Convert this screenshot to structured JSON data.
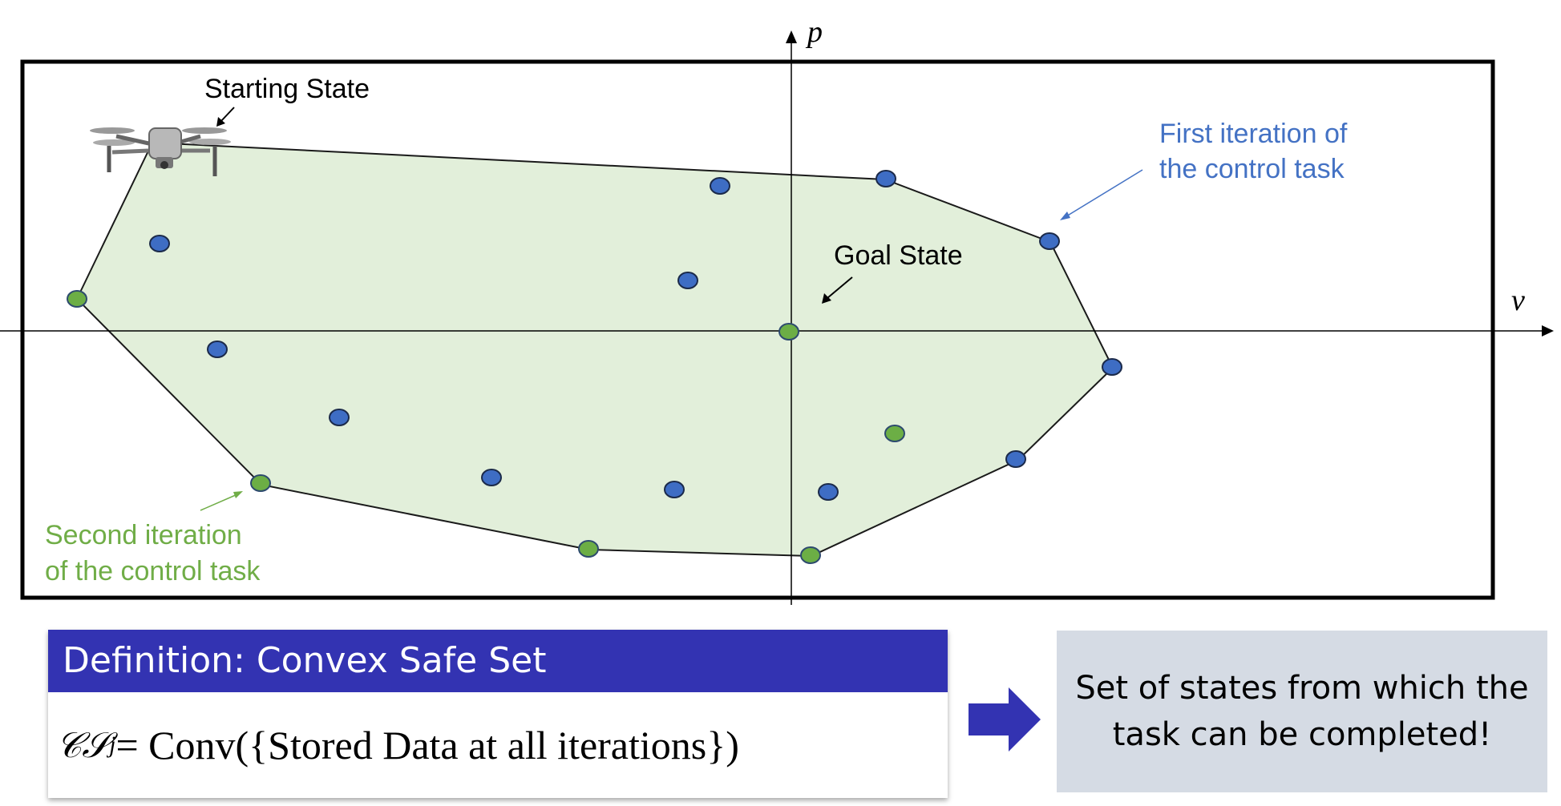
{
  "axes": {
    "x_label": "v",
    "y_label": "p"
  },
  "labels": {
    "starting_state": "Starting State",
    "goal_state": "Goal State",
    "first_iteration_line1": "First iteration of",
    "first_iteration_line2": "the control task",
    "second_iteration_line1": "Second iteration",
    "second_iteration_line2": "of the control task"
  },
  "definition": {
    "header": "Definition: Convex Safe Set",
    "lhs_symbol": "𝒞𝒮",
    "superscript": "j",
    "rhs": " = Conv({Stored Data at all iterations})"
  },
  "result_text_line1": "Set of states from which the",
  "result_text_line2": "task can be completed!",
  "colors": {
    "hull_fill": "#e2efda",
    "blue_point": "#3e6dc4",
    "green_point": "#6cae45",
    "first_iteration_text": "#4472c4",
    "second_iteration_text": "#70ad47",
    "definition_header": "#3333b2",
    "arrow": "#3333b2",
    "result_box": "#d5dbe4"
  },
  "icons": {
    "drone": "drone-icon",
    "arrow": "right-arrow-icon"
  }
}
